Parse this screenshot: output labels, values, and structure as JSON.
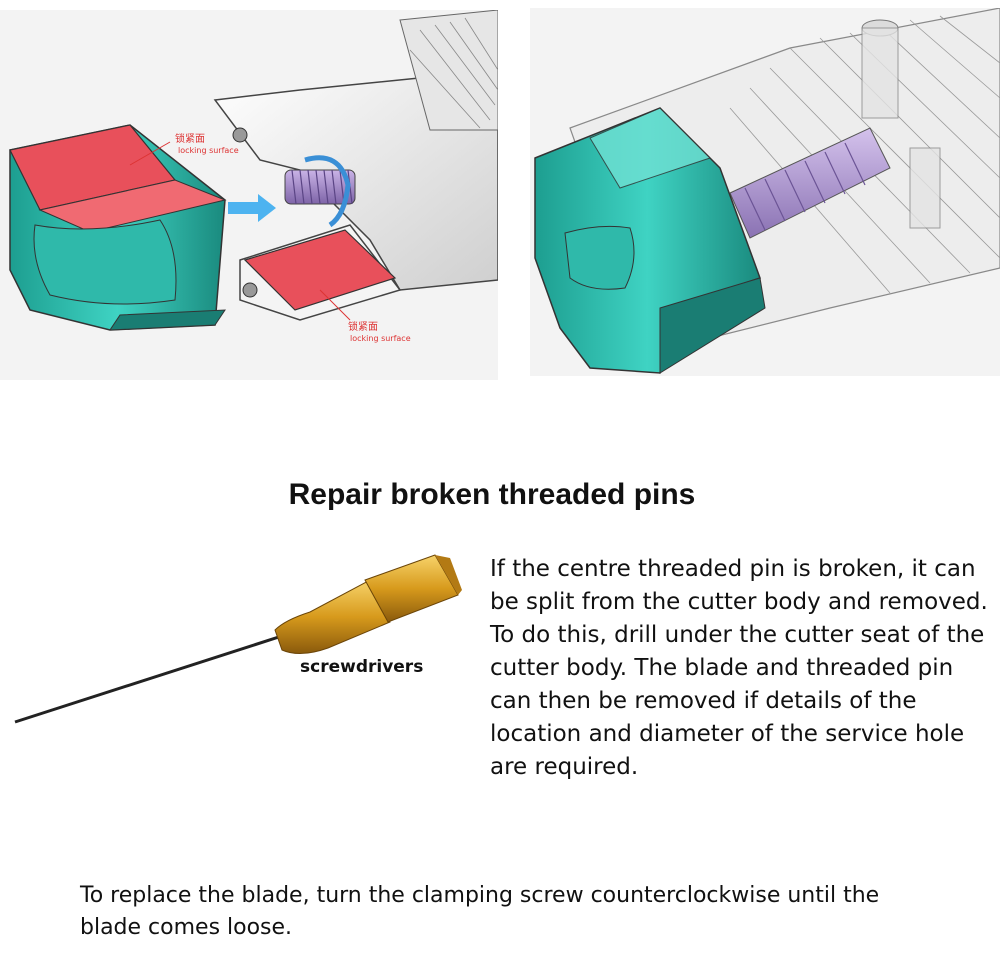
{
  "figure_left": {
    "label_top_cn": "锁紧面",
    "label_top_en": "locking surface",
    "label_bottom_cn": "锁紧面",
    "label_bottom_en": "locking surface"
  },
  "section": {
    "title": "Repair broken threaded pins"
  },
  "screwdriver": {
    "label": "screwdrivers"
  },
  "paragraphs": {
    "repair": "If the centre threaded pin is broken, it can be split from the cutter body and removed. To do this, drill under the cutter seat of the cutter body. The blade and threaded pin can then be removed if details of the location and diameter of the service hole are required.",
    "replace": "To replace the blade, turn the clamping screw counterclockwise until the blade comes loose."
  }
}
